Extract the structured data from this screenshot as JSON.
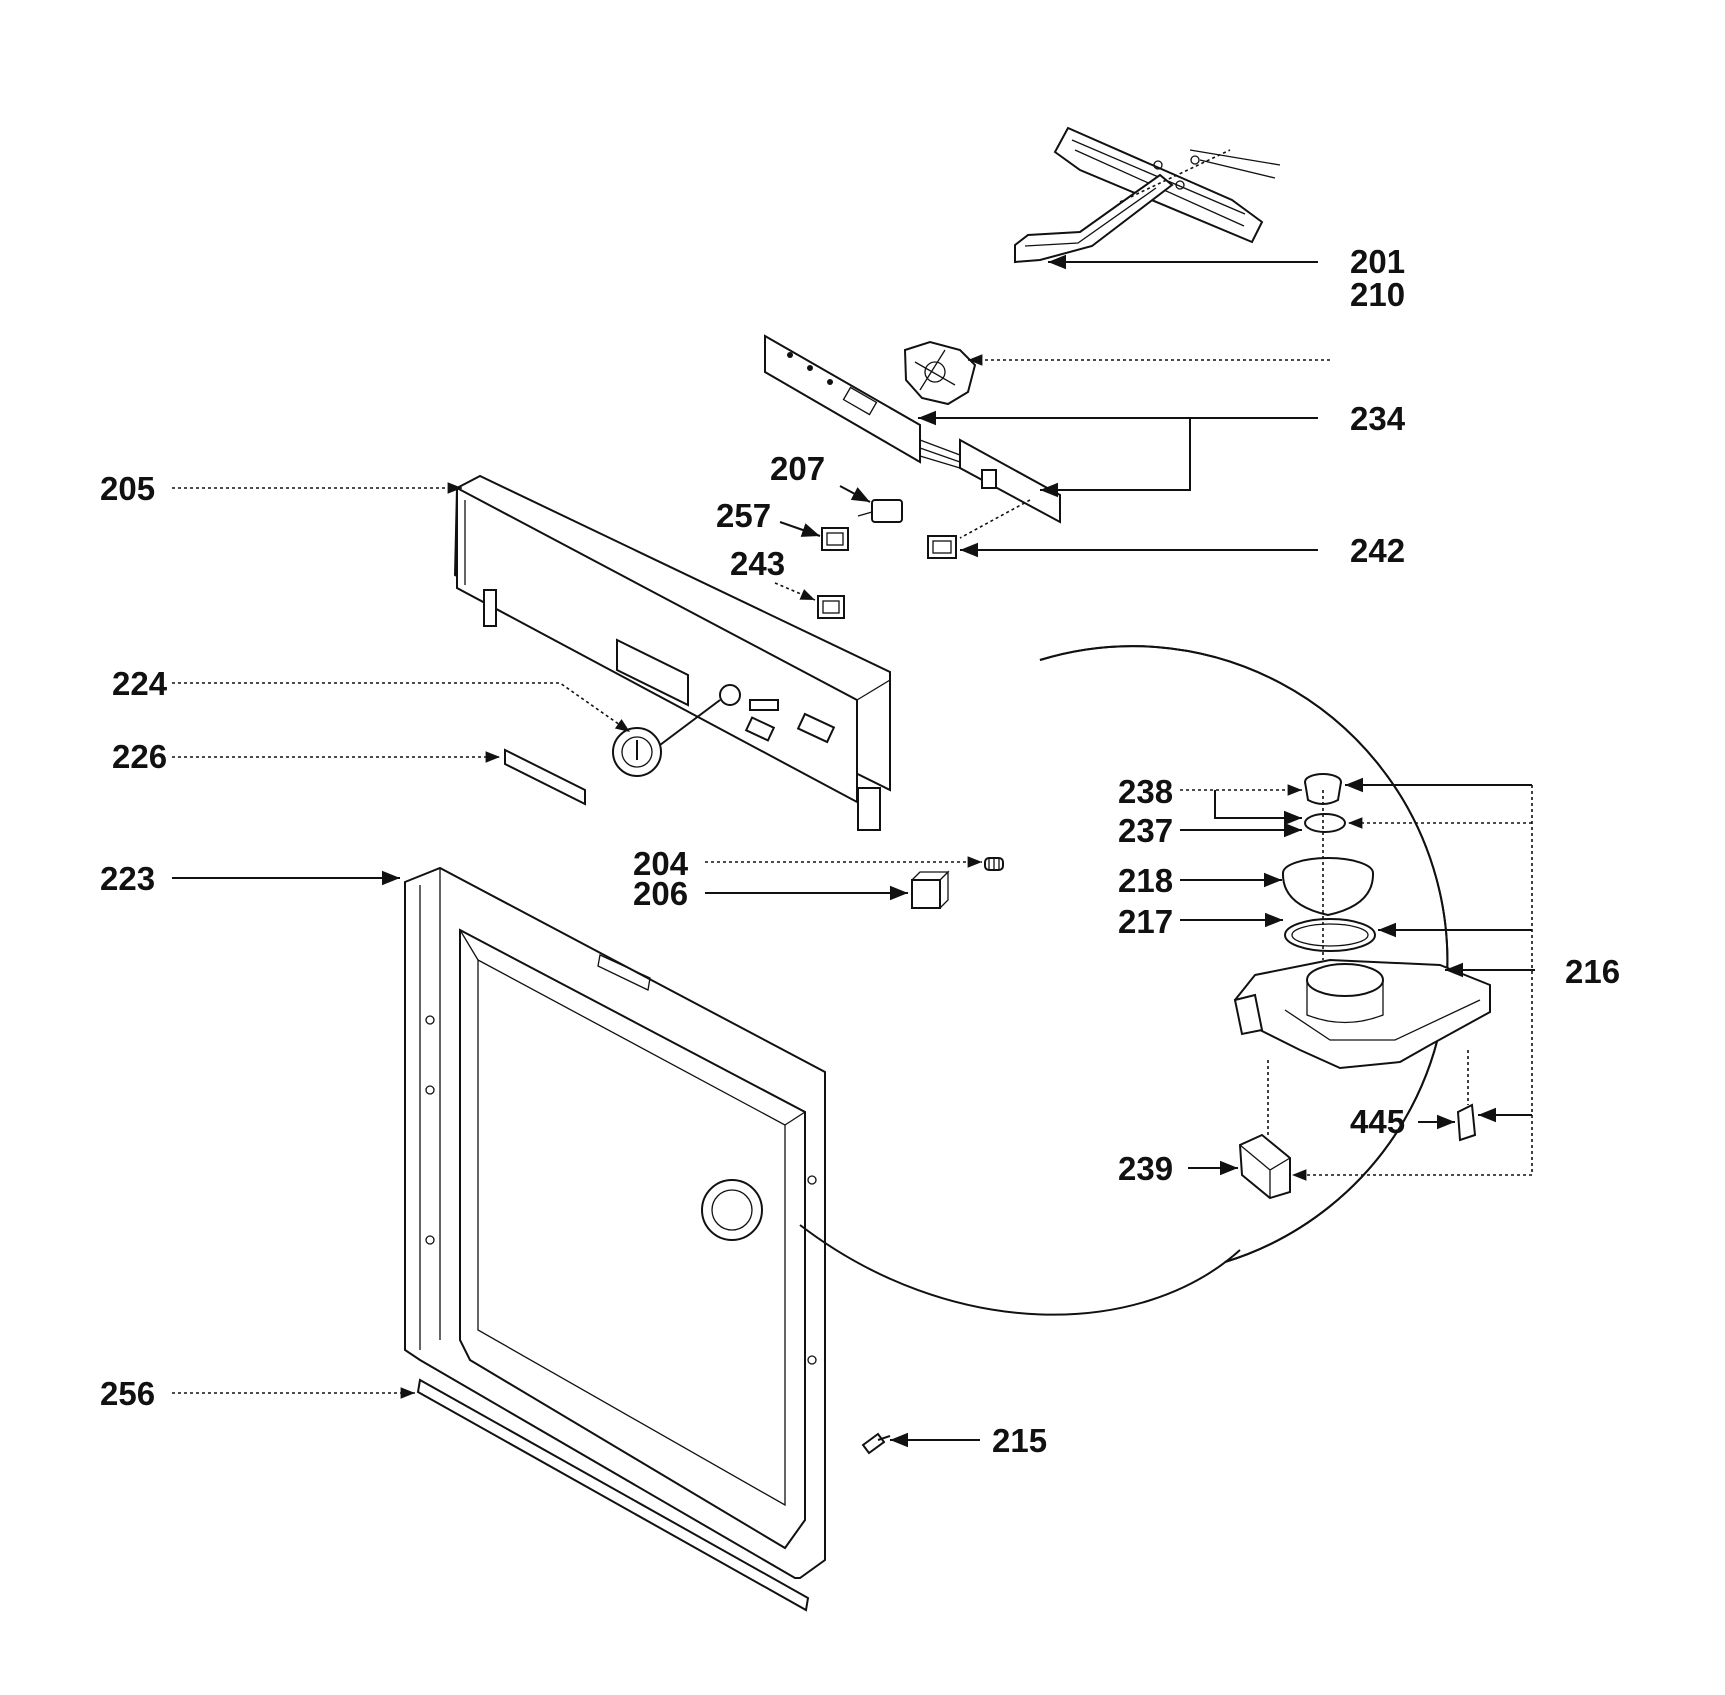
{
  "labels": {
    "l201": "201",
    "l210": "210",
    "l234": "234",
    "l205": "205",
    "l207": "207",
    "l257": "257",
    "l243": "243",
    "l242": "242",
    "l224": "224",
    "l226": "226",
    "l223": "223",
    "l204": "204",
    "l206": "206",
    "l238": "238",
    "l237": "237",
    "l218": "218",
    "l217": "217",
    "l216": "216",
    "l445": "445",
    "l239": "239",
    "l256": "256",
    "l215": "215"
  }
}
